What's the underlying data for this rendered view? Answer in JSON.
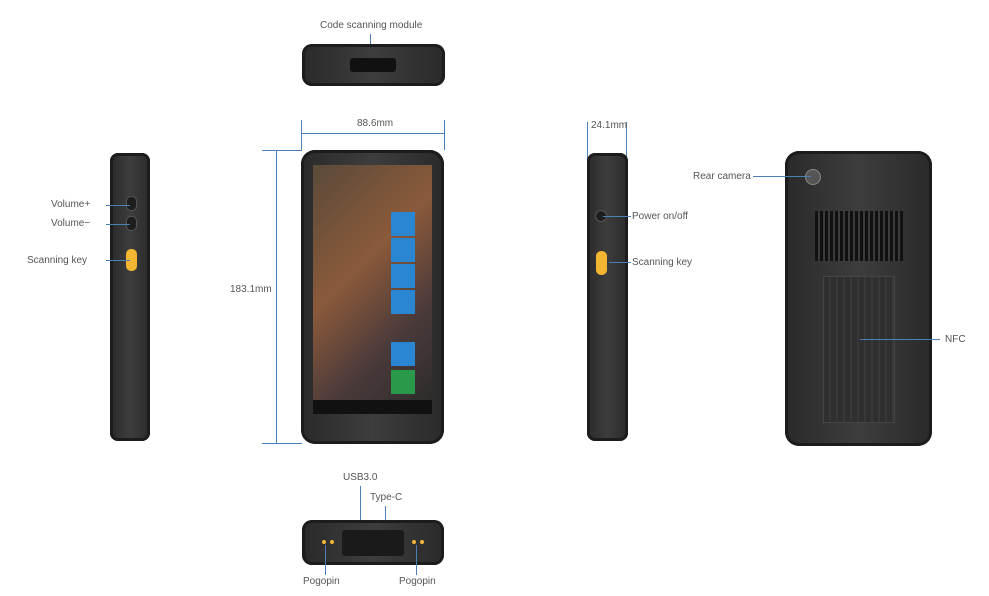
{
  "labels": {
    "code_scanning_module": "Code scanning module",
    "width": "88.6mm",
    "height": "183.1mm",
    "depth": "24.1mm",
    "volume_up": "Volume+",
    "volume_down": "Volume−",
    "scanning_key_left": "Scanning key",
    "power": "Power on/off",
    "scanning_key_right": "Scanning key",
    "rear_camera": "Rear camera",
    "nfc": "NFC",
    "usb": "USB3.0",
    "type_c": "Type-C",
    "pogopin_left": "Pogopin",
    "pogopin_right": "Pogopin"
  },
  "colors": {
    "accent_line": "#4a7fb8",
    "scan_key": "#f2b632",
    "body": "#333333"
  }
}
